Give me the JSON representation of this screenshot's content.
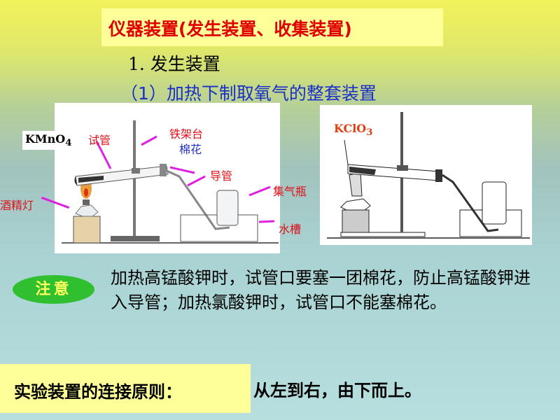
{
  "title": "仪器装置(发生装置、收集装置)",
  "section": "1. 发生装置",
  "subsection": "（1）加热下制取氧气的整套装置",
  "figure1": {
    "chemical": "KMnO",
    "chemical_sub": "4",
    "labels": {
      "test_tube": "试管",
      "iron_stand": "铁架台",
      "cotton": "棉花",
      "delivery_tube": "导管",
      "alcohol_lamp": "酒精灯",
      "gas_bottle": "集气瓶",
      "water_trough": "水槽"
    }
  },
  "figure2": {
    "chemical": "KClO",
    "chemical_sub": "3"
  },
  "note": {
    "badge": "注意",
    "text": "加热高锰酸钾时，试管口要塞一团棉花，防止高锰酸钾进入导管；加热氯酸钾时，试管口不能塞棉花。"
  },
  "rule": {
    "label": "实验装置的连接原则：",
    "value": "从左到右，由下而上。"
  }
}
